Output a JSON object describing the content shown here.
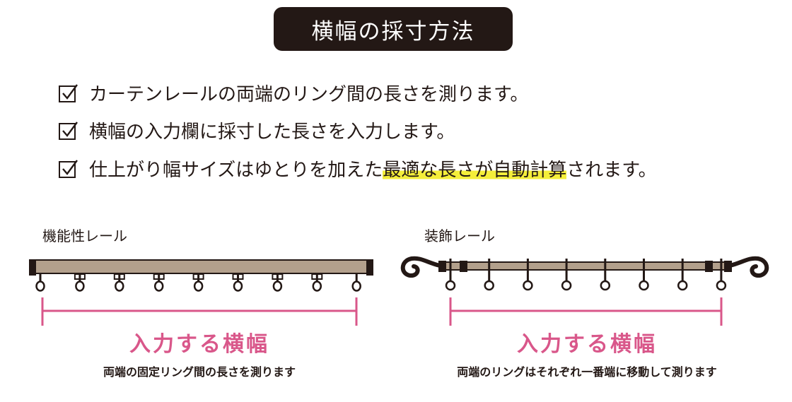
{
  "title": "横幅の採寸方法",
  "instructions": [
    {
      "text": "カーテンレールの両端のリング間の長さを測ります。"
    },
    {
      "text": "横幅の入力欄に採寸した長さを入力します。"
    },
    {
      "before": "仕上がり幅サイズはゆとりを加えた",
      "highlight": "最適な長さが自動計算",
      "after": "されます。"
    }
  ],
  "left": {
    "label": "機能性レール",
    "measure": "入力する横幅",
    "caption": "両端の固定リング間の長さを測ります"
  },
  "right": {
    "label": "装飾レール",
    "measure": "入力する横幅",
    "caption": "両端のリングはそれぞれ一番端に移動して測ります"
  },
  "colors": {
    "dark": "#231815",
    "rail": "#b3a08c",
    "pink": "#d9578a",
    "highlight": "#f4ee3a"
  }
}
